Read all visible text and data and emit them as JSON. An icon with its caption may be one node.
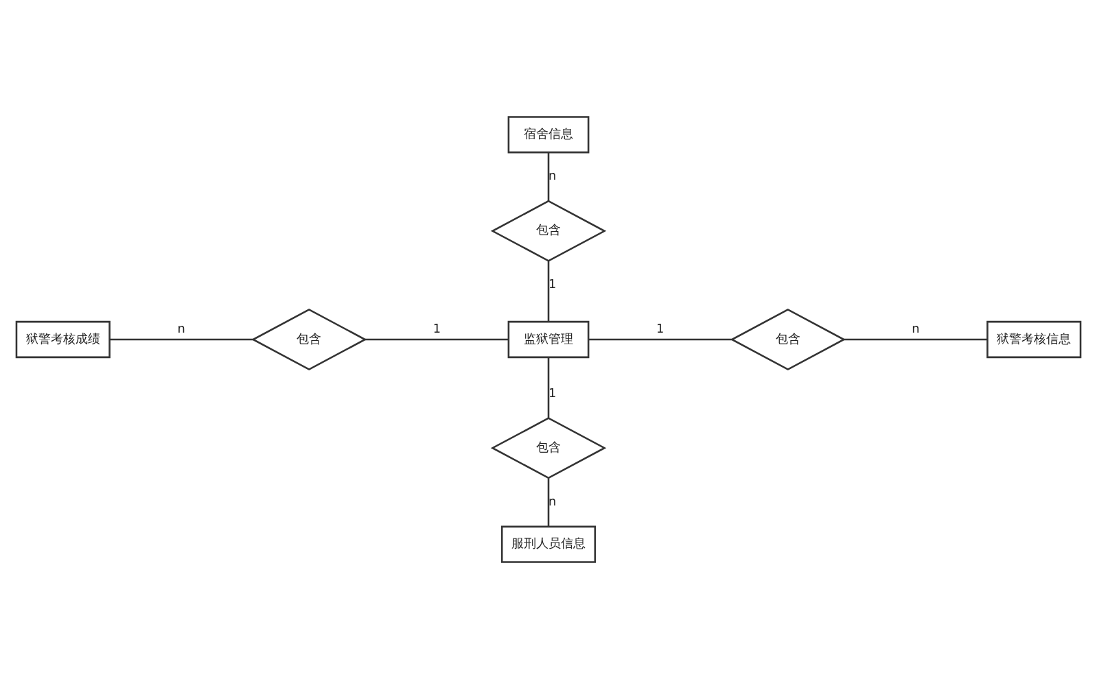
{
  "diagram": {
    "nodes": [
      {
        "text": [
          "宿舍信息"
        ]
      },
      {
        "text": [
          "包含"
        ]
      },
      {
        "text": [
          "狱警考核成绩"
        ]
      },
      {
        "text": [
          "包含"
        ]
      },
      {
        "text": [
          "监狱管理"
        ]
      },
      {
        "text": [
          "包含"
        ]
      },
      {
        "text": [
          "狱警考核信息"
        ]
      },
      {
        "text": [
          "包含"
        ]
      },
      {
        "text": [
          "服刑人员信息"
        ]
      }
    ],
    "edges": [
      {
        "from": 0,
        "to": 1,
        "arrow": "none",
        "label": "n"
      },
      {
        "from": 1,
        "to": 4,
        "arrow": "none",
        "label": "1"
      },
      {
        "from": 2,
        "to": 3,
        "arrow": "none",
        "label": "n"
      },
      {
        "from": 3,
        "to": 4,
        "arrow": "none",
        "label": "1"
      },
      {
        "from": 4,
        "to": 5,
        "arrow": "none",
        "label": "1"
      },
      {
        "from": 5,
        "to": 6,
        "arrow": "none",
        "label": "n"
      },
      {
        "from": 4,
        "to": 7,
        "arrow": "none",
        "label": "1"
      },
      {
        "from": 7,
        "to": 8,
        "arrow": "none",
        "label": "n"
      }
    ]
  }
}
